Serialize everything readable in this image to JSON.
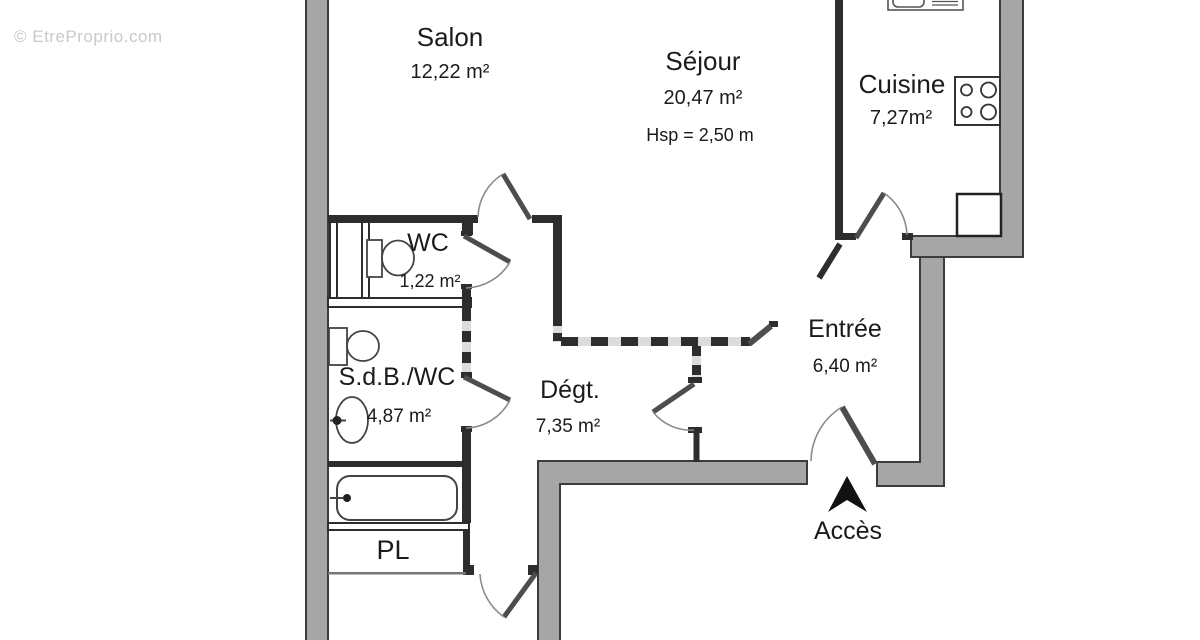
{
  "watermark": {
    "text": "© EtreProprio.com"
  },
  "rooms": {
    "salon": {
      "name": "Salon",
      "area": "12,22 m²"
    },
    "sejour": {
      "name": "Séjour",
      "area": "20,47 m²",
      "note": "Hsp = 2,50 m"
    },
    "cuisine": {
      "name": "Cuisine",
      "area": "7,27m²"
    },
    "wc": {
      "name": "WC",
      "area": "1,22 m²"
    },
    "sdb": {
      "name": "S.d.B./WC",
      "area": "4,87 m²"
    },
    "degagement": {
      "name": "Dégt.",
      "area": "7,35 m²"
    },
    "entree": {
      "name": "Entrée",
      "area": "6,40 m²"
    },
    "placard": {
      "name": "PL"
    }
  },
  "access": {
    "label": "Accès"
  },
  "colors": {
    "wall_fill": "#a6a6a6",
    "wall_outline": "#3c3c3c",
    "partition": "#2d2d2d",
    "door_leaf": "#4d4d4d",
    "text": "#1b1b1b",
    "watermark": "#c9c9c9"
  }
}
